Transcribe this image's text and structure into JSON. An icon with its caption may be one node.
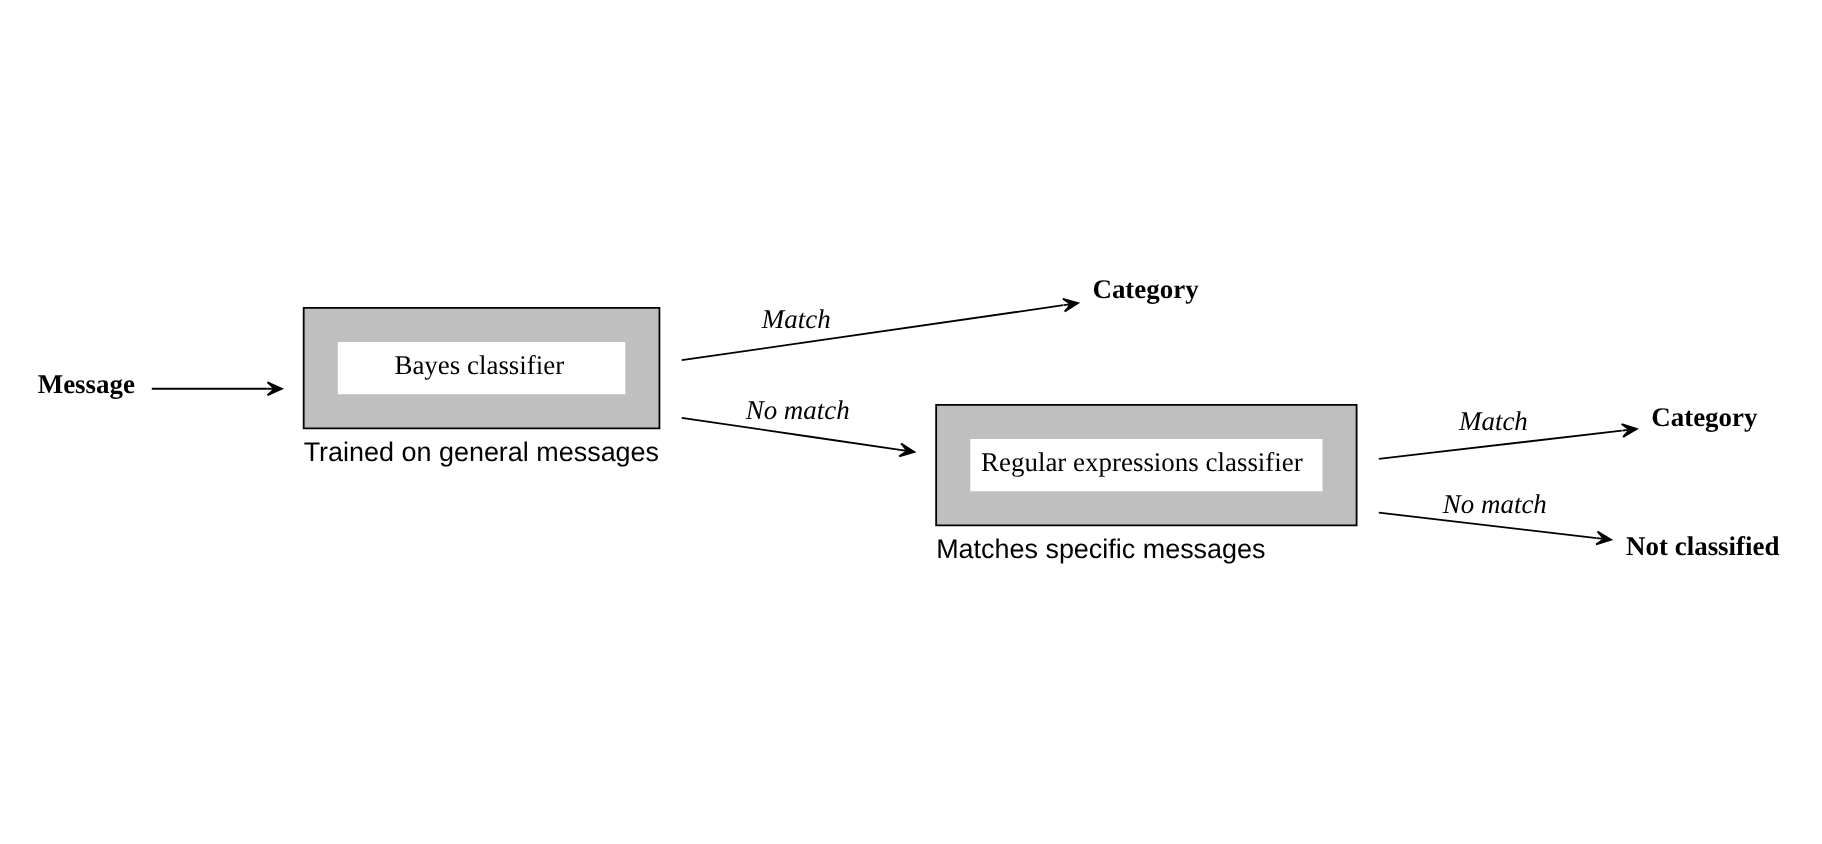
{
  "diagram": {
    "nodes": [
      {
        "text": [
          "Message"
        ]
      },
      {
        "text": [
          "Bayes classifier"
        ],
        "beside": [
          "Trained on general messages"
        ]
      },
      {
        "text": [
          "Category"
        ]
      },
      {
        "text": [
          "Regular expressions classifier"
        ],
        "beside": [
          "Matches specific messages"
        ]
      },
      {
        "text": [
          "Category"
        ]
      },
      {
        "text": [
          "Not classified"
        ]
      }
    ],
    "edges": [
      {
        "from": 0,
        "to": 1,
        "arrow": "to"
      },
      {
        "from": 1,
        "to": 2,
        "arrow": "to",
        "label": "Match"
      },
      {
        "from": 1,
        "to": 3,
        "arrow": "to",
        "label": "No match"
      },
      {
        "from": 3,
        "to": 4,
        "arrow": "to",
        "label": "Match"
      },
      {
        "from": 3,
        "to": 5,
        "arrow": "to",
        "label": "No match"
      }
    ]
  }
}
